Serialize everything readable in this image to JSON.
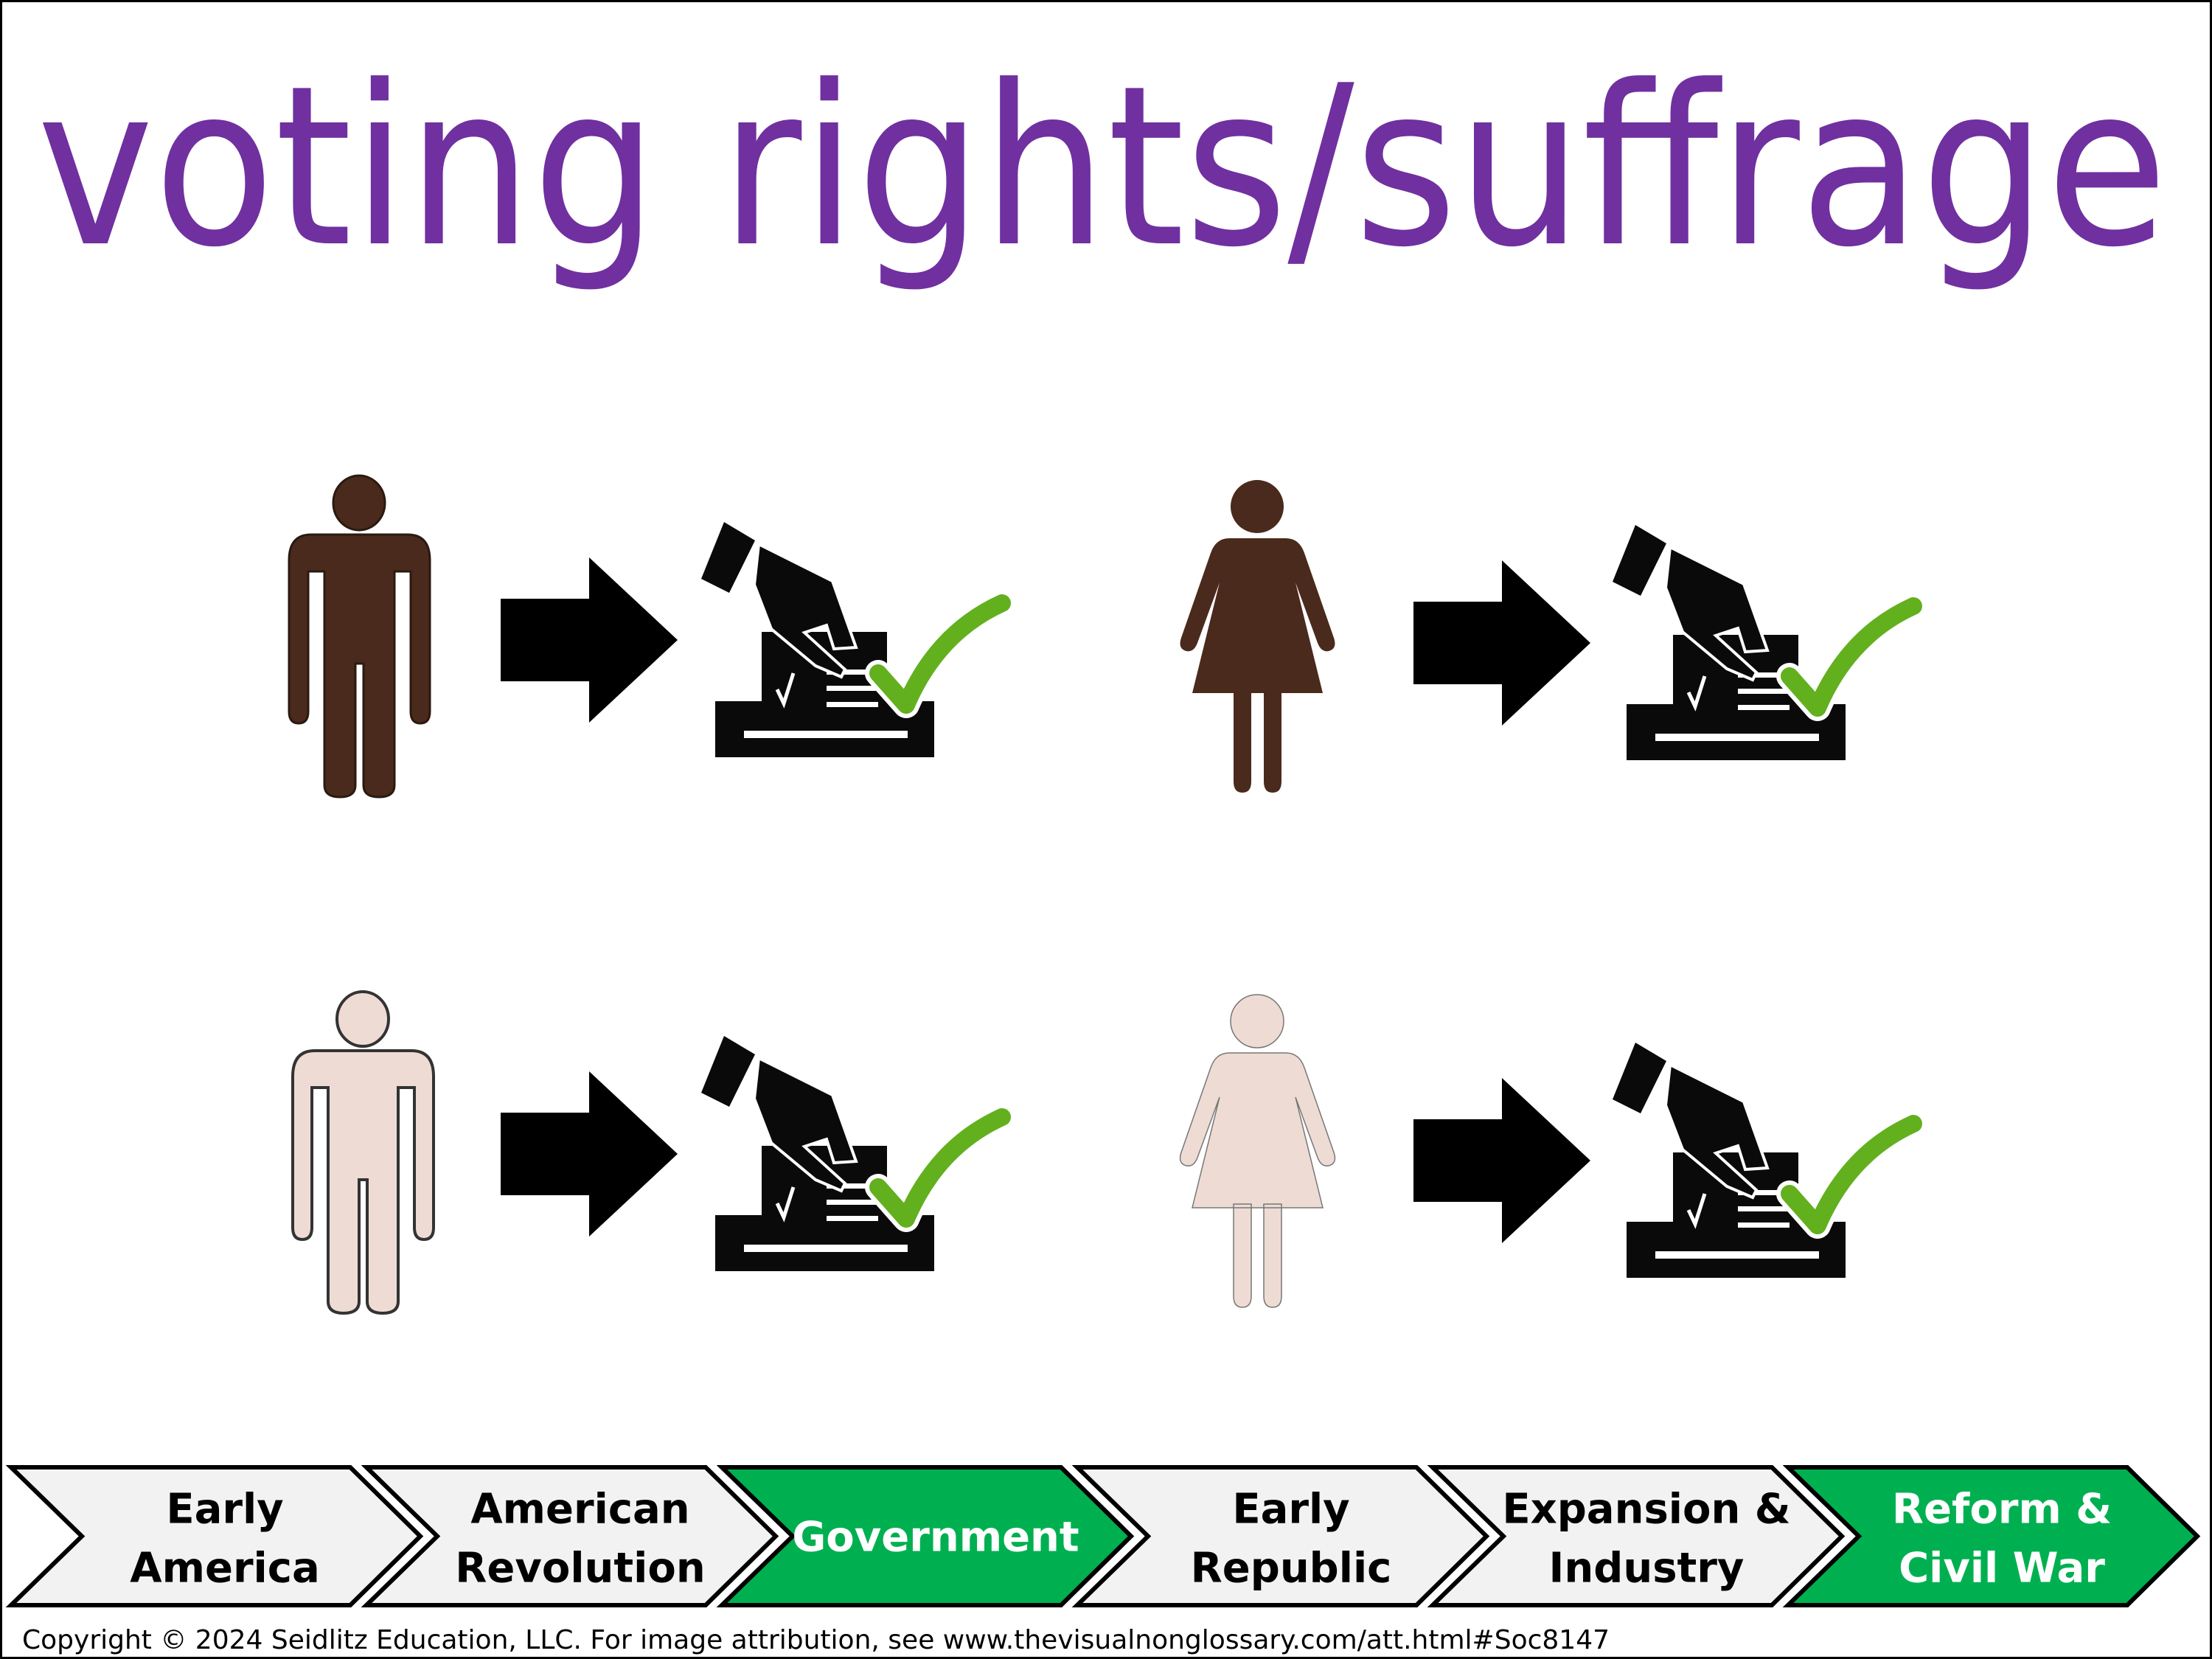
{
  "title": "voting rights/suffrage",
  "rows": [
    {
      "figures": [
        {
          "icon": "man-icon",
          "color": "#4A2A1C"
        },
        {
          "icon": "woman-icon",
          "color": "#4A2A1C"
        }
      ]
    },
    {
      "figures": [
        {
          "icon": "man-icon",
          "color": "#EEDCD4"
        },
        {
          "icon": "woman-icon",
          "color": "#EEDCD4"
        }
      ]
    }
  ],
  "colors": {
    "title": "#7030A0",
    "check": "#62B01E",
    "active_unit": "#00B050",
    "inactive_unit": "#F2F2F2"
  },
  "units": [
    {
      "line1": "Early",
      "line2": "America",
      "active": false
    },
    {
      "line1": "American",
      "line2": "Revolution",
      "active": false
    },
    {
      "line1": "Government",
      "line2": "",
      "active": true
    },
    {
      "line1": "Early",
      "line2": "Republic",
      "active": false
    },
    {
      "line1": "Expansion &",
      "line2": "Industry",
      "active": false
    },
    {
      "line1": "Reform &",
      "line2": "Civil War",
      "active": true
    }
  ],
  "footer": {
    "copyright": "Copyright © 2024 Seidlitz Education, LLC.  For image attribution, see www.thevisualnonglossary.com/att.html#Soc8147"
  }
}
